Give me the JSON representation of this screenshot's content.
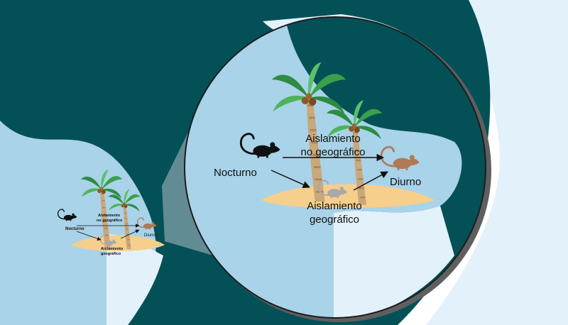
{
  "labels": {
    "nocturnal": "Nocturno",
    "diurnal": "Diurno",
    "non_geographic_line1": "Aislamiento",
    "non_geographic_line2": "no geográfico",
    "geographic_line1": "Aislamiento",
    "geographic_line2": "geográfico"
  },
  "icons": {
    "nocturnal_animal": "dark-rodent-icon",
    "diurnal_animal": "brown-rodent-icon",
    "island_animal": "gray-rodent-icon",
    "tree": "palm-tree-icon"
  },
  "colors": {
    "ocean_dark": "#035157",
    "land_light": "#a9d3e9",
    "land_pale": "#e3f1fb",
    "sand": "#f6cf8c",
    "nocturnal_animal": "#111111",
    "diurnal_animal": "#b07a56",
    "island_animal": "#a9a9a9",
    "palm_leaf": "#38a04b",
    "palm_trunk": "#c9a87b"
  }
}
